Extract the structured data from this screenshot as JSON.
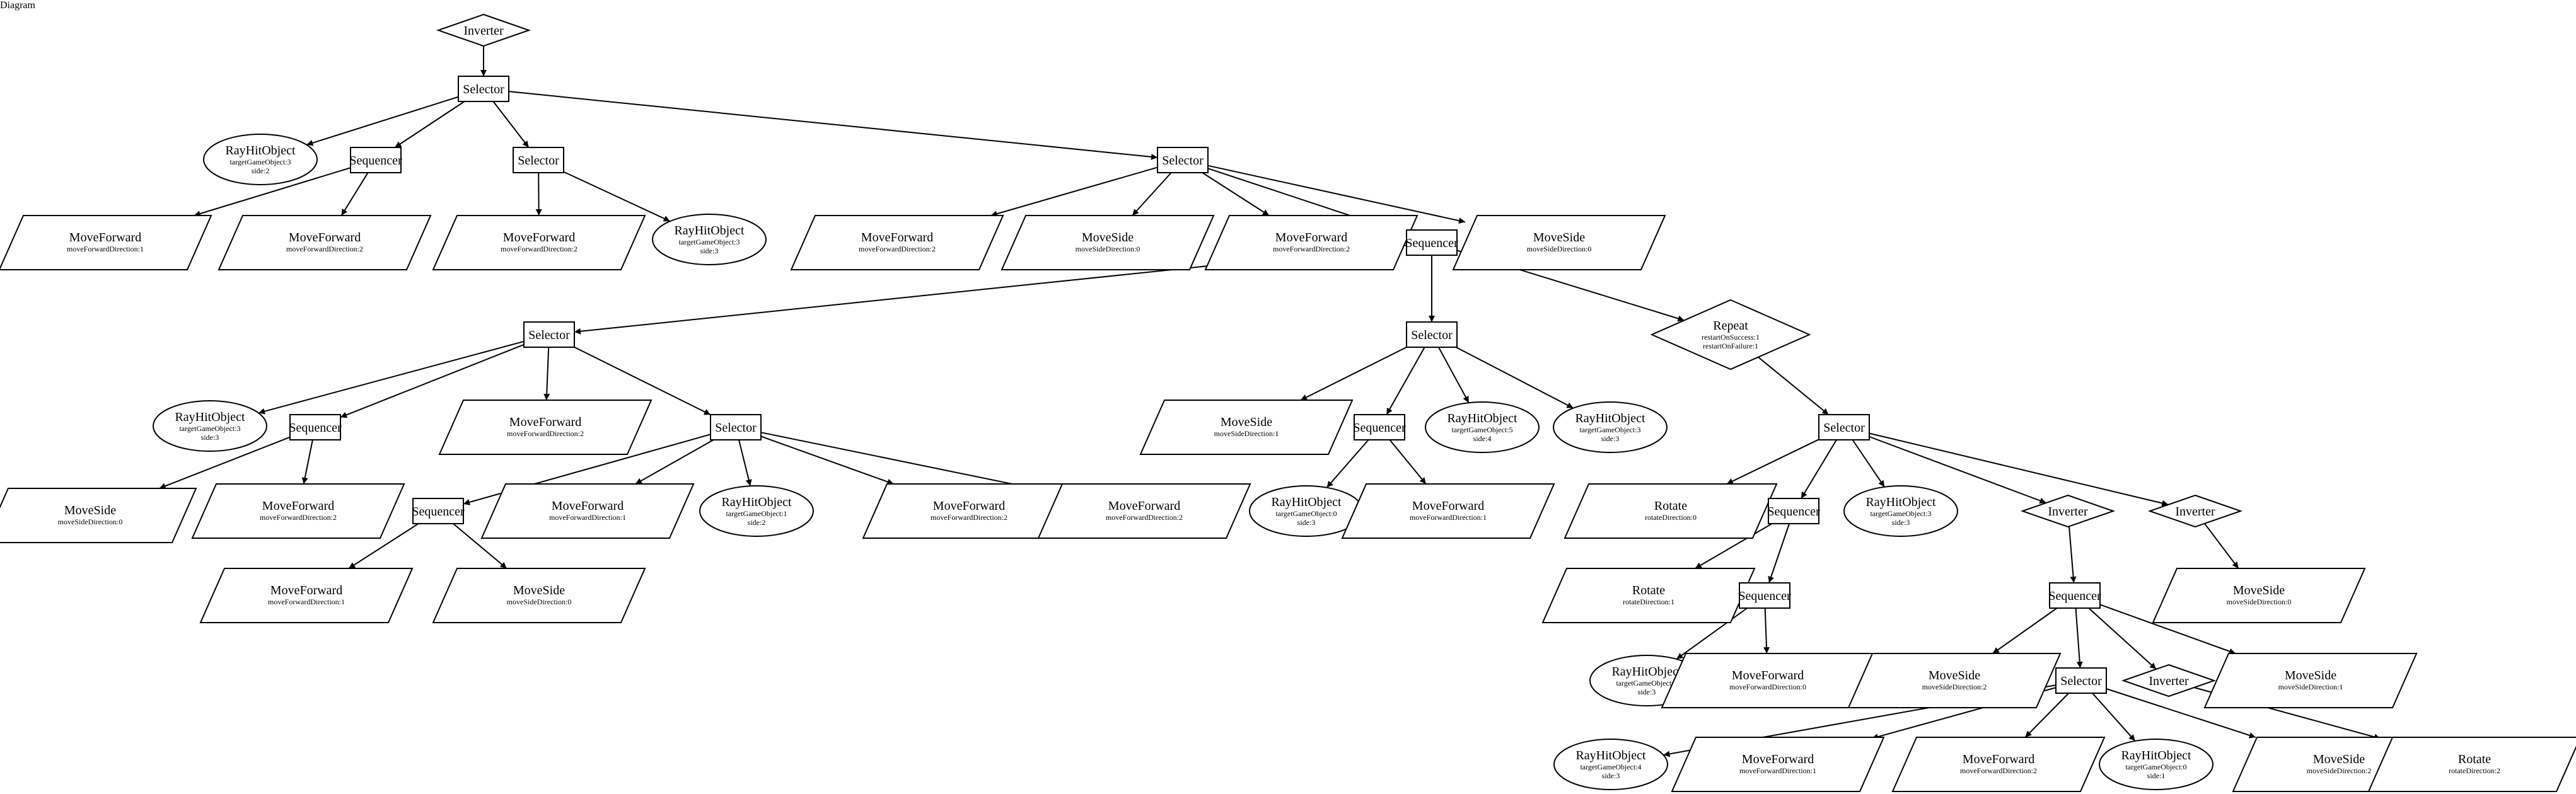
{
  "nodes": [
    {
      "id": "n0",
      "label": "Inverter",
      "shape": "diamond",
      "lines": []
    },
    {
      "id": "n1",
      "label": "Selector",
      "shape": "rect",
      "lines": []
    },
    {
      "id": "n2",
      "label": "RayHitObject",
      "shape": "ellipse",
      "lines": [
        "targetGameObject:3",
        "side:2"
      ]
    },
    {
      "id": "n3",
      "label": "Sequencer",
      "shape": "rect",
      "lines": []
    },
    {
      "id": "n4",
      "label": "Selector",
      "shape": "rect",
      "lines": []
    },
    {
      "id": "n5",
      "label": "Selector",
      "shape": "rect",
      "lines": []
    },
    {
      "id": "n6",
      "label": "MoveForward",
      "shape": "para",
      "lines": [
        "moveForwardDirection:1"
      ]
    },
    {
      "id": "n7",
      "label": "MoveForward",
      "shape": "para",
      "lines": [
        "moveForwardDirection:2"
      ]
    },
    {
      "id": "n8",
      "label": "MoveForward",
      "shape": "para",
      "lines": [
        "moveForwardDirection:2"
      ]
    },
    {
      "id": "n9",
      "label": "RayHitObject",
      "shape": "ellipse",
      "lines": [
        "targetGameObject:3",
        "side:3"
      ]
    },
    {
      "id": "n10",
      "label": "MoveForward",
      "shape": "para",
      "lines": [
        "moveForwardDirection:2"
      ]
    },
    {
      "id": "n11",
      "label": "MoveSide",
      "shape": "para",
      "lines": [
        "moveSideDirection:0"
      ]
    },
    {
      "id": "n12",
      "label": "MoveForward",
      "shape": "para",
      "lines": [
        "moveForwardDirection:2"
      ]
    },
    {
      "id": "n13",
      "label": "Sequencer",
      "shape": "rect",
      "lines": []
    },
    {
      "id": "n14",
      "label": "MoveSide",
      "shape": "para",
      "lines": [
        "moveSideDirection:0"
      ]
    },
    {
      "id": "n15",
      "label": "Selector",
      "shape": "rect",
      "lines": []
    },
    {
      "id": "n16",
      "label": "Selector",
      "shape": "rect",
      "lines": []
    },
    {
      "id": "n17",
      "label": "Repeat",
      "shape": "diamond",
      "lines": [
        "restartOnSuccess:1",
        "restartOnFailure:1"
      ]
    },
    {
      "id": "n18",
      "label": "RayHitObject",
      "shape": "ellipse",
      "lines": [
        "targetGameObject:3",
        "side:3"
      ]
    },
    {
      "id": "n19",
      "label": "Sequencer",
      "shape": "rect",
      "lines": []
    },
    {
      "id": "n20",
      "label": "MoveForward",
      "shape": "para",
      "lines": [
        "moveForwardDirection:2"
      ]
    },
    {
      "id": "n21",
      "label": "Selector",
      "shape": "rect",
      "lines": []
    },
    {
      "id": "n22",
      "label": "MoveSide",
      "shape": "para",
      "lines": [
        "moveSideDirection:0"
      ]
    },
    {
      "id": "n23",
      "label": "MoveForward",
      "shape": "para",
      "lines": [
        "moveForwardDirection:2"
      ]
    },
    {
      "id": "n24",
      "label": "Sequencer",
      "shape": "rect",
      "lines": []
    },
    {
      "id": "n25",
      "label": "MoveForward",
      "shape": "para",
      "lines": [
        "moveForwardDirection:1"
      ]
    },
    {
      "id": "n26",
      "label": "RayHitObject",
      "shape": "ellipse",
      "lines": [
        "targetGameObject:1",
        "side:2"
      ]
    },
    {
      "id": "n27",
      "label": "MoveForward",
      "shape": "para",
      "lines": [
        "moveForwardDirection:2"
      ]
    },
    {
      "id": "n28",
      "label": "MoveForward",
      "shape": "para",
      "lines": [
        "moveForwardDirection:2"
      ]
    },
    {
      "id": "n29",
      "label": "MoveForward",
      "shape": "para",
      "lines": [
        "moveForwardDirection:1"
      ]
    },
    {
      "id": "n30",
      "label": "MoveSide",
      "shape": "para",
      "lines": [
        "moveSideDirection:0"
      ]
    },
    {
      "id": "n31",
      "label": "MoveSide",
      "shape": "para",
      "lines": [
        "moveSideDirection:1"
      ]
    },
    {
      "id": "n32",
      "label": "Sequencer",
      "shape": "rect",
      "lines": []
    },
    {
      "id": "n33",
      "label": "RayHitObject",
      "shape": "ellipse",
      "lines": [
        "targetGameObject:5",
        "side:4"
      ]
    },
    {
      "id": "n34",
      "label": "RayHitObject",
      "shape": "ellipse",
      "lines": [
        "targetGameObject:3",
        "side:3"
      ]
    },
    {
      "id": "n35",
      "label": "RayHitObject",
      "shape": "ellipse",
      "lines": [
        "targetGameObject:0",
        "side:3"
      ]
    },
    {
      "id": "n36",
      "label": "MoveForward",
      "shape": "para",
      "lines": [
        "moveForwardDirection:1"
      ]
    },
    {
      "id": "n37",
      "label": "Selector",
      "shape": "rect",
      "lines": []
    },
    {
      "id": "n38",
      "label": "Rotate",
      "shape": "para",
      "lines": [
        "rotateDirection:0"
      ]
    },
    {
      "id": "n39",
      "label": "Sequencer",
      "shape": "rect",
      "lines": []
    },
    {
      "id": "n40",
      "label": "RayHitObject",
      "shape": "ellipse",
      "lines": [
        "targetGameObject:3",
        "side:3"
      ]
    },
    {
      "id": "n41",
      "label": "Inverter",
      "shape": "diamond",
      "lines": []
    },
    {
      "id": "n42",
      "label": "Inverter",
      "shape": "diamond",
      "lines": []
    },
    {
      "id": "n43",
      "label": "Rotate",
      "shape": "para",
      "lines": [
        "rotateDirection:1"
      ]
    },
    {
      "id": "n44",
      "label": "Sequencer",
      "shape": "rect",
      "lines": []
    },
    {
      "id": "n45",
      "label": "Sequencer",
      "shape": "rect",
      "lines": []
    },
    {
      "id": "n46",
      "label": "MoveSide",
      "shape": "para",
      "lines": [
        "moveSideDirection:0"
      ]
    },
    {
      "id": "n47",
      "label": "RayHitObject",
      "shape": "ellipse",
      "lines": [
        "targetGameObject:0",
        "side:3"
      ]
    },
    {
      "id": "n48",
      "label": "MoveForward",
      "shape": "para",
      "lines": [
        "moveForwardDirection:0"
      ]
    },
    {
      "id": "n49",
      "label": "MoveSide",
      "shape": "para",
      "lines": [
        "moveSideDirection:2"
      ]
    },
    {
      "id": "n50",
      "label": "Selector",
      "shape": "rect",
      "lines": []
    },
    {
      "id": "n51",
      "label": "Inverter",
      "shape": "diamond",
      "lines": []
    },
    {
      "id": "n52",
      "label": "MoveSide",
      "shape": "para",
      "lines": [
        "moveSideDirection:1"
      ]
    },
    {
      "id": "n53",
      "label": "RayHitObject",
      "shape": "ellipse",
      "lines": [
        "targetGameObject:4",
        "side:3"
      ]
    },
    {
      "id": "n54",
      "label": "MoveForward",
      "shape": "para",
      "lines": [
        "moveForwardDirection:1"
      ]
    },
    {
      "id": "n55",
      "label": "MoveForward",
      "shape": "para",
      "lines": [
        "moveForwardDirection:2"
      ]
    },
    {
      "id": "n56",
      "label": "RayHitObject",
      "shape": "ellipse",
      "lines": [
        "targetGameObject:0",
        "side:1"
      ]
    },
    {
      "id": "n57",
      "label": "MoveSide",
      "shape": "para",
      "lines": [
        "moveSideDirection:2"
      ]
    },
    {
      "id": "n58",
      "label": "Rotate",
      "shape": "para",
      "lines": [
        "rotateDirection:2"
      ]
    }
  ],
  "edges": [
    [
      "n0",
      "n1"
    ],
    [
      "n1",
      "n2"
    ],
    [
      "n1",
      "n3"
    ],
    [
      "n1",
      "n4"
    ],
    [
      "n1",
      "n5"
    ],
    [
      "n3",
      "n6"
    ],
    [
      "n3",
      "n7"
    ],
    [
      "n4",
      "n8"
    ],
    [
      "n4",
      "n9"
    ],
    [
      "n5",
      "n10"
    ],
    [
      "n5",
      "n11"
    ],
    [
      "n5",
      "n12"
    ],
    [
      "n5",
      "n13"
    ],
    [
      "n5",
      "n14"
    ],
    [
      "n13",
      "n15"
    ],
    [
      "n13",
      "n16"
    ],
    [
      "n13",
      "n17"
    ],
    [
      "n15",
      "n18"
    ],
    [
      "n15",
      "n19"
    ],
    [
      "n15",
      "n20"
    ],
    [
      "n15",
      "n21"
    ],
    [
      "n19",
      "n22"
    ],
    [
      "n19",
      "n23"
    ],
    [
      "n21",
      "n24"
    ],
    [
      "n21",
      "n25"
    ],
    [
      "n21",
      "n26"
    ],
    [
      "n21",
      "n27"
    ],
    [
      "n21",
      "n28"
    ],
    [
      "n24",
      "n29"
    ],
    [
      "n24",
      "n30"
    ],
    [
      "n16",
      "n31"
    ],
    [
      "n16",
      "n32"
    ],
    [
      "n16",
      "n33"
    ],
    [
      "n16",
      "n34"
    ],
    [
      "n32",
      "n35"
    ],
    [
      "n32",
      "n36"
    ],
    [
      "n17",
      "n37"
    ],
    [
      "n37",
      "n38"
    ],
    [
      "n37",
      "n39"
    ],
    [
      "n37",
      "n40"
    ],
    [
      "n37",
      "n41"
    ],
    [
      "n37",
      "n42"
    ],
    [
      "n39",
      "n43"
    ],
    [
      "n39",
      "n44"
    ],
    [
      "n44",
      "n47"
    ],
    [
      "n44",
      "n48"
    ],
    [
      "n41",
      "n45"
    ],
    [
      "n42",
      "n46"
    ],
    [
      "n45",
      "n49"
    ],
    [
      "n45",
      "n50"
    ],
    [
      "n45",
      "n51"
    ],
    [
      "n45",
      "n52"
    ],
    [
      "n50",
      "n53"
    ],
    [
      "n50",
      "n54"
    ],
    [
      "n50",
      "n55"
    ],
    [
      "n50",
      "n56"
    ],
    [
      "n50",
      "n57"
    ],
    [
      "n51",
      "n58"
    ]
  ]
}
